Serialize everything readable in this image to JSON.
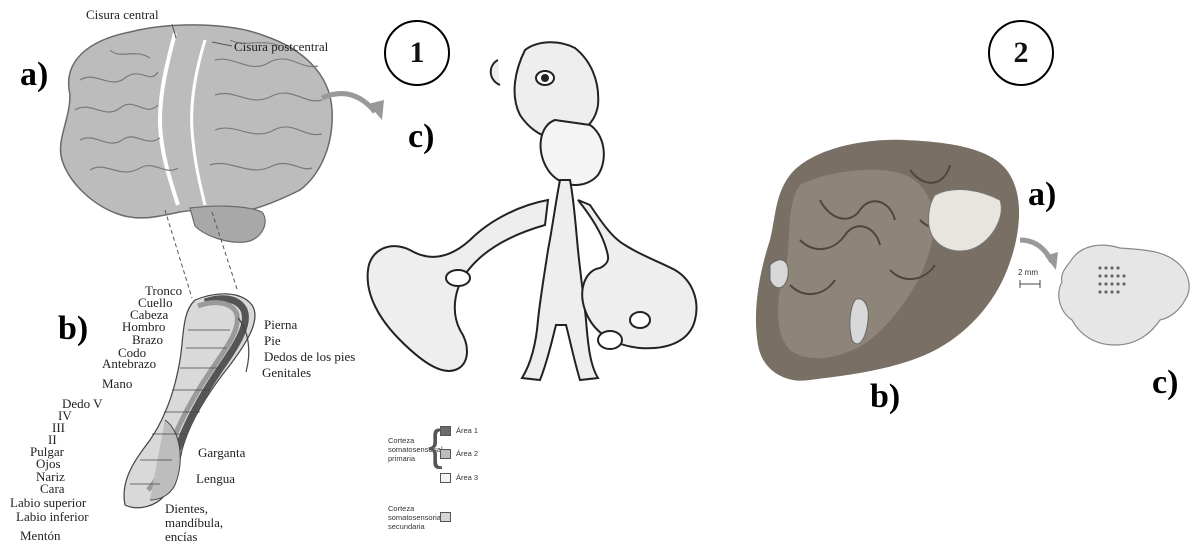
{
  "panel1": {
    "number": "1",
    "label_a": "a)",
    "label_b": "b)",
    "label_c": "c)",
    "brain_labels": {
      "central": "Cisura central",
      "postcentral": "Cisura postcentral"
    },
    "left_labels": [
      "Tronco",
      "Cuello",
      "Cabeza",
      "Hombro",
      "Brazo",
      "Codo",
      "Antebrazo",
      "Mano",
      "Dedo V",
      "IV",
      "III",
      "II",
      "Pulgar",
      "Ojos",
      "Nariz",
      "Cara",
      "Labio superior",
      "Labio inferior",
      "Mentón"
    ],
    "right_labels": [
      "Pierna",
      "Pie",
      "Dedos de los pies",
      "Genitales"
    ],
    "inner_labels": [
      "Garganta",
      "Lengua",
      "Dientes,",
      "mandíbula,",
      "encías"
    ],
    "legend": {
      "primary": [
        "Corteza",
        "somatosensorial",
        "primaria"
      ],
      "secondary": [
        "Corteza",
        "somatosensorial",
        "secundaria"
      ],
      "areas": [
        "Área 1",
        "Área 2",
        "Área 3"
      ],
      "colors": {
        "area1": "#6b6b6b",
        "area2": "#bdbdbd",
        "area3": "#f2f2f2",
        "secondary": "#d6d6d6"
      }
    }
  },
  "panel2": {
    "number": "2",
    "label_a": "a)",
    "label_b": "b)",
    "label_c": "c)",
    "scale": "2 mm"
  }
}
